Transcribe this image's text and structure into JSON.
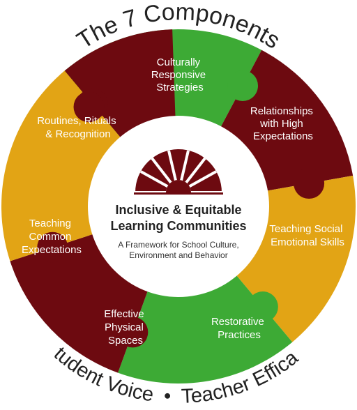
{
  "header": {
    "title": "The 7 Components"
  },
  "footer": {
    "left": "Student Voice",
    "separator": "•",
    "right": "Teacher Efficacy"
  },
  "hub": {
    "title_line1": "Inclusive & Equitable",
    "title_line2": "Learning Communities",
    "subtitle_line1": "A Framework for School Culture,",
    "subtitle_line2": "Environment and Behavior"
  },
  "segments": [
    {
      "id": "culturally-responsive",
      "color": "#3daa35",
      "lines": [
        "Culturally",
        "Responsive",
        "Strategies"
      ]
    },
    {
      "id": "relationships",
      "color": "#6d0a10",
      "lines": [
        "Relationships",
        "with High",
        "Expectations"
      ]
    },
    {
      "id": "teaching-social-emotional",
      "color": "#e2a415",
      "lines": [
        "Teaching Social",
        "Emotional Skills"
      ]
    },
    {
      "id": "restorative-practices",
      "color": "#3daa35",
      "lines": [
        "Restorative",
        "Practices"
      ]
    },
    {
      "id": "effective-physical-spaces",
      "color": "#6d0a10",
      "lines": [
        "Effective",
        "Physical",
        "Spaces"
      ]
    },
    {
      "id": "teaching-common-expectations",
      "color": "#e2a415",
      "lines": [
        "Teaching",
        "Common",
        "Expectations"
      ]
    },
    {
      "id": "routines-rituals",
      "color": "#6d0a10",
      "lines": [
        "Routines, Rituals",
        "& Recognition"
      ]
    }
  ],
  "colors": {
    "maroon": "#6d0a10",
    "green": "#3daa35",
    "gold": "#e2a415",
    "hub_bg": "#ffffff"
  },
  "icons": [
    "sunburst-logo-icon"
  ]
}
